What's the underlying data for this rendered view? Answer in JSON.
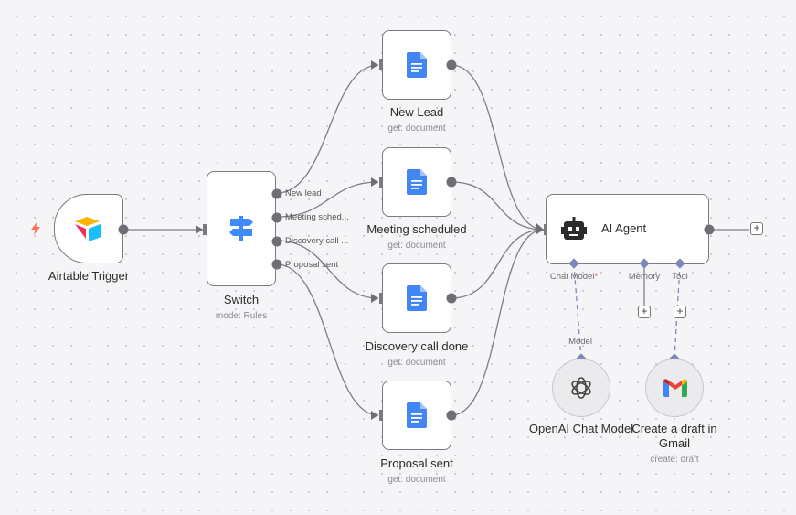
{
  "nodes": {
    "airtable": {
      "title": "Airtable Trigger"
    },
    "switch": {
      "title": "Switch",
      "subtitle": "mode: Rules",
      "outputs": [
        "New lead",
        "Meeting sched...",
        "Discovery call ...",
        "Proposal sent"
      ]
    },
    "new_lead": {
      "title": "New Lead",
      "subtitle": "get: document"
    },
    "meeting": {
      "title": "Meeting scheduled",
      "subtitle": "get: document"
    },
    "discovery": {
      "title": "Discovery call done",
      "subtitle": "get: document"
    },
    "proposal": {
      "title": "Proposal sent",
      "subtitle": "get: document"
    },
    "agent": {
      "title": "AI Agent",
      "ports": {
        "chat_model": "Chat Model",
        "required_mark": "*",
        "memory": "Memory",
        "tool": "Tool"
      }
    },
    "openai": {
      "title": "OpenAI Chat Model",
      "port_label": "Model"
    },
    "gmail": {
      "title_line1": "Create a draft in",
      "title_line2": "Gmail",
      "subtitle": "create: draft"
    }
  },
  "icons": {
    "trigger": "lightning-icon",
    "airtable": "airtable-logo-icon",
    "switch": "signpost-icon",
    "docs": "google-docs-icon",
    "agent": "robot-icon",
    "openai": "openai-logo-icon",
    "gmail": "gmail-logo-icon",
    "add": "plus-icon"
  },
  "colors": {
    "edge": "#7d7d85",
    "sub_edge": "#7f86b8",
    "trigger_bolt": "#ff6d5a",
    "docs_blue": "#4285f4",
    "switch_blue": "#3d8bfd"
  }
}
